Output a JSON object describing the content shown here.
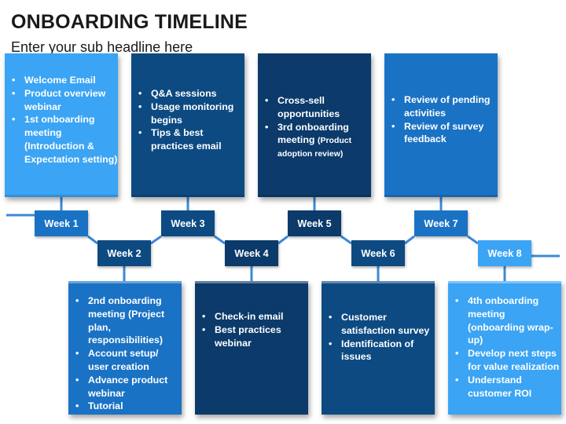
{
  "title": "ONBOARDING TIMELINE",
  "subtitle": "Enter your sub headline here",
  "colors": {
    "light_blue": "#3ba4f4",
    "mid_blue": "#1a72c4",
    "dark_blue": "#0d4a82",
    "navy": "#0b3a6b",
    "connector": "#3a8ad6"
  },
  "weeks": [
    {
      "label": "Week 1"
    },
    {
      "label": "Week 2"
    },
    {
      "label": "Week 3"
    },
    {
      "label": "Week 4"
    },
    {
      "label": "Week 5"
    },
    {
      "label": "Week 6"
    },
    {
      "label": "Week 7"
    },
    {
      "label": "Week 8"
    }
  ],
  "cards": {
    "w1": {
      "items": [
        "Welcome Email",
        "Product overview webinar",
        "1st onboarding meeting (Introduction & Expectation setting)"
      ]
    },
    "w2": {
      "items": [
        "2nd onboarding meeting (Project plan, responsibilities)",
        "Account setup/ user creation",
        "Advance product webinar",
        "Tutorial"
      ]
    },
    "w3": {
      "items": [
        "Q&A sessions",
        "Usage monitoring begins",
        "Tips & best practices email"
      ]
    },
    "w4": {
      "items": [
        "Check-in email",
        "Best practices webinar"
      ]
    },
    "w5": {
      "item1": "Cross-sell opportunities",
      "item2_main": "3rd onboarding meeting",
      "item2_small": "(Product adoption review)"
    },
    "w6": {
      "items": [
        "Customer satisfaction survey",
        "Identification of issues"
      ]
    },
    "w7": {
      "items": [
        "Review of pending activities",
        "Review of survey feedback"
      ]
    },
    "w8": {
      "items": [
        "4th onboarding meeting (onboarding wrap-up)",
        "Develop next steps for value realization",
        "Understand customer ROI"
      ]
    }
  }
}
